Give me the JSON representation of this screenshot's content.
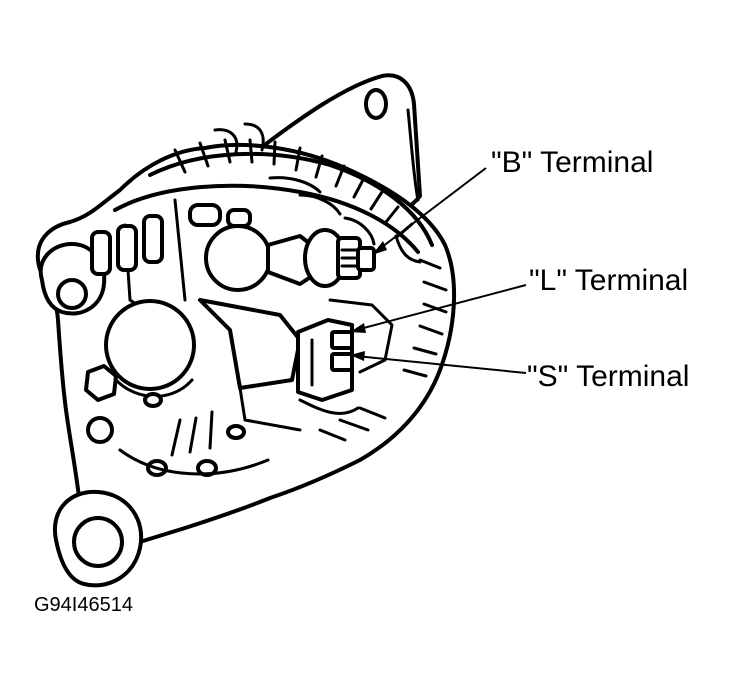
{
  "diagram": {
    "callouts": {
      "b_terminal": "\"B\" Terminal",
      "l_terminal": "\"L\" Terminal",
      "s_terminal": "\"S\" Terminal"
    },
    "figure_id": "G94I46514"
  }
}
